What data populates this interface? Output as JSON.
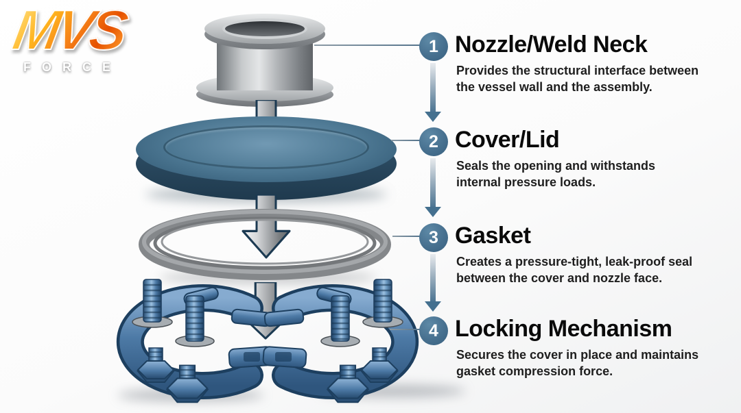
{
  "logo": {
    "brand": "MVS",
    "subtitle": "FORCE"
  },
  "items": [
    {
      "number": "1",
      "title": "Nozzle/Weld Neck",
      "desc_line1": "Provides the structural interface between",
      "desc_line2": "the vessel wall and the assembly."
    },
    {
      "number": "2",
      "title": "Cover/Lid",
      "desc_line1": "Seals the opening and withstands",
      "desc_line2": "internal pressure loads."
    },
    {
      "number": "3",
      "title": "Gasket",
      "desc_line1": "Creates a pressure-tight, leak-proof seal",
      "desc_line2": "between the cover and nozzle face."
    },
    {
      "number": "4",
      "title": "Locking Mechanism",
      "desc_line1": "Secures the cover in place and maintains",
      "desc_line2": "gasket compression force."
    }
  ],
  "diagram": {
    "components": [
      "nozzle-weld-neck",
      "cover-lid",
      "gasket",
      "locking-mechanism"
    ],
    "flow": "top-to-bottom exploded assembly with downward arrows"
  },
  "colors": {
    "accent_badge": "#47708f",
    "lid_blue": "#47708c",
    "gasket_gray": "#85888b",
    "steel_gray": "#aeb1b4",
    "clamp_blue": "#4d7aa6",
    "title_text": "#0a0a0a",
    "body_text": "#1e1e1e",
    "logo_fire": "#f57f17"
  }
}
